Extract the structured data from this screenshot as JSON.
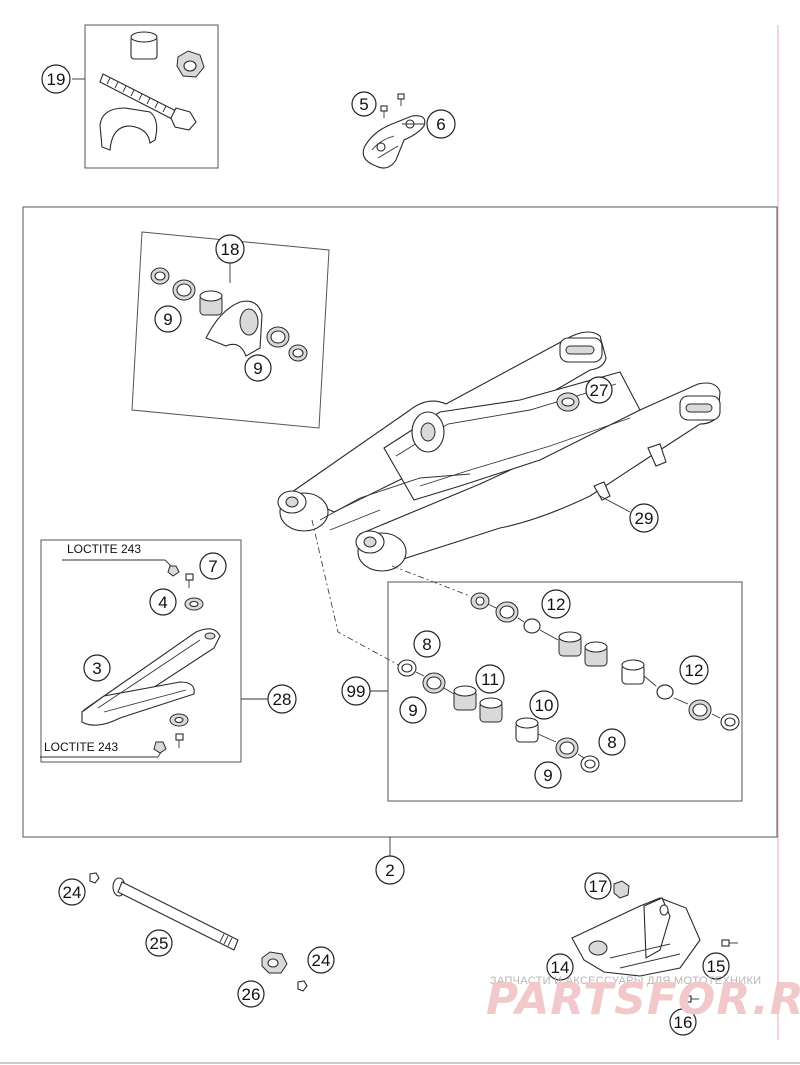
{
  "callouts": {
    "c19": "19",
    "c5": "5",
    "c6": "6",
    "c18": "18",
    "c9a": "9",
    "c9b": "9",
    "c27": "27",
    "c29": "29",
    "c7": "7",
    "c4": "4",
    "c3": "3",
    "c28": "28",
    "c12a": "12",
    "c8a": "8",
    "c11": "11",
    "c99": "99",
    "c9c": "9",
    "c10": "10",
    "c12b": "12",
    "c8b": "8",
    "c9d": "9",
    "c2": "2",
    "c24a": "24",
    "c25": "25",
    "c26": "26",
    "c24b": "24",
    "c17": "17",
    "c14": "14",
    "c15": "15",
    "c16": "16"
  },
  "labels": {
    "loctite_top": "LOCTITE 243",
    "loctite_bottom": "LOCTITE 243"
  },
  "watermark": {
    "small": "ЗАПЧАСТИ И АКСЕССУАРЫ ДЛЯ МОТОТЕХНИКИ",
    "big": "PARTSFOR.RU"
  },
  "colors": {
    "line": "#2a2a2a",
    "watermark_red": "#f2c9cb",
    "watermark_grey": "#b7b7b7",
    "border_red": "#e9a9a9"
  }
}
